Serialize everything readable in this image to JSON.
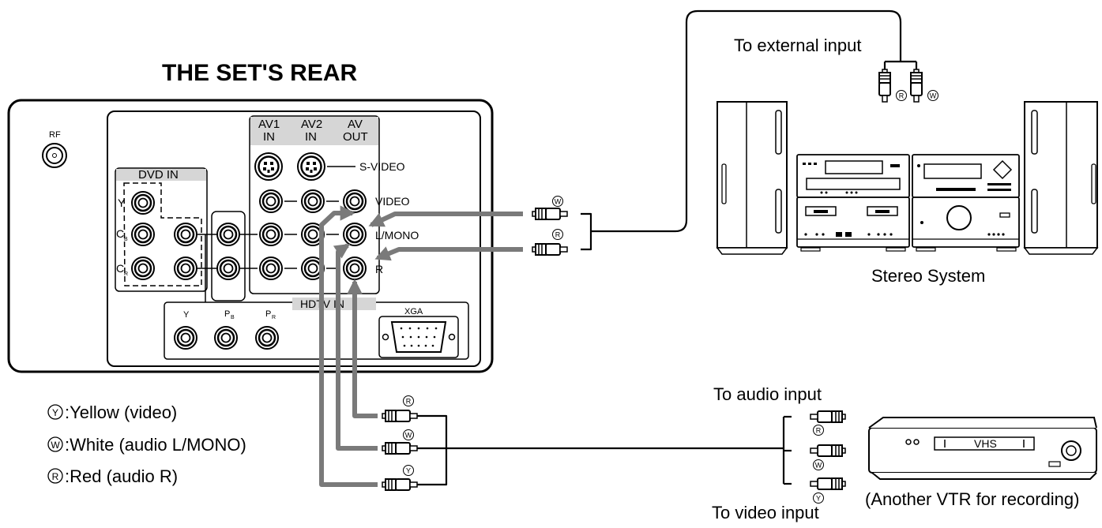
{
  "title": "THE SET'S REAR",
  "tv": {
    "rf": "RF",
    "dvd_in": "DVD IN",
    "y": "Y",
    "cb_main": "C",
    "cb_sub": "B",
    "cr_main": "C",
    "cr_sub": "R",
    "av1": [
      "AV1",
      "IN"
    ],
    "av2": [
      "AV2",
      "IN"
    ],
    "avout": [
      "AV",
      "OUT"
    ],
    "svideo": "S-VIDEO",
    "video": "VIDEO",
    "lmono": "L/MONO",
    "r": "R",
    "hdtv_in": "HDTV IN",
    "xga": "XGA",
    "hd_y": "Y",
    "pb_main": "P",
    "pb_sub": "B",
    "pr_main": "P",
    "pr_sub": "R"
  },
  "labels": {
    "to_external_input": "To external input",
    "stereo_system": "Stereo System",
    "to_audio_input": "To audio input",
    "to_video_input": "To video input",
    "vtr": "(Another VTR for recording)",
    "vhs": "VHS"
  },
  "plug_marks": {
    "white": "W",
    "red": "R",
    "yellow": "Y"
  },
  "legend": [
    {
      "mark": "Y",
      "text": ":Yellow (video)"
    },
    {
      "mark": "W",
      "text": ":White (audio L/MONO)"
    },
    {
      "mark": "R",
      "text": ":Red (audio R)"
    }
  ]
}
